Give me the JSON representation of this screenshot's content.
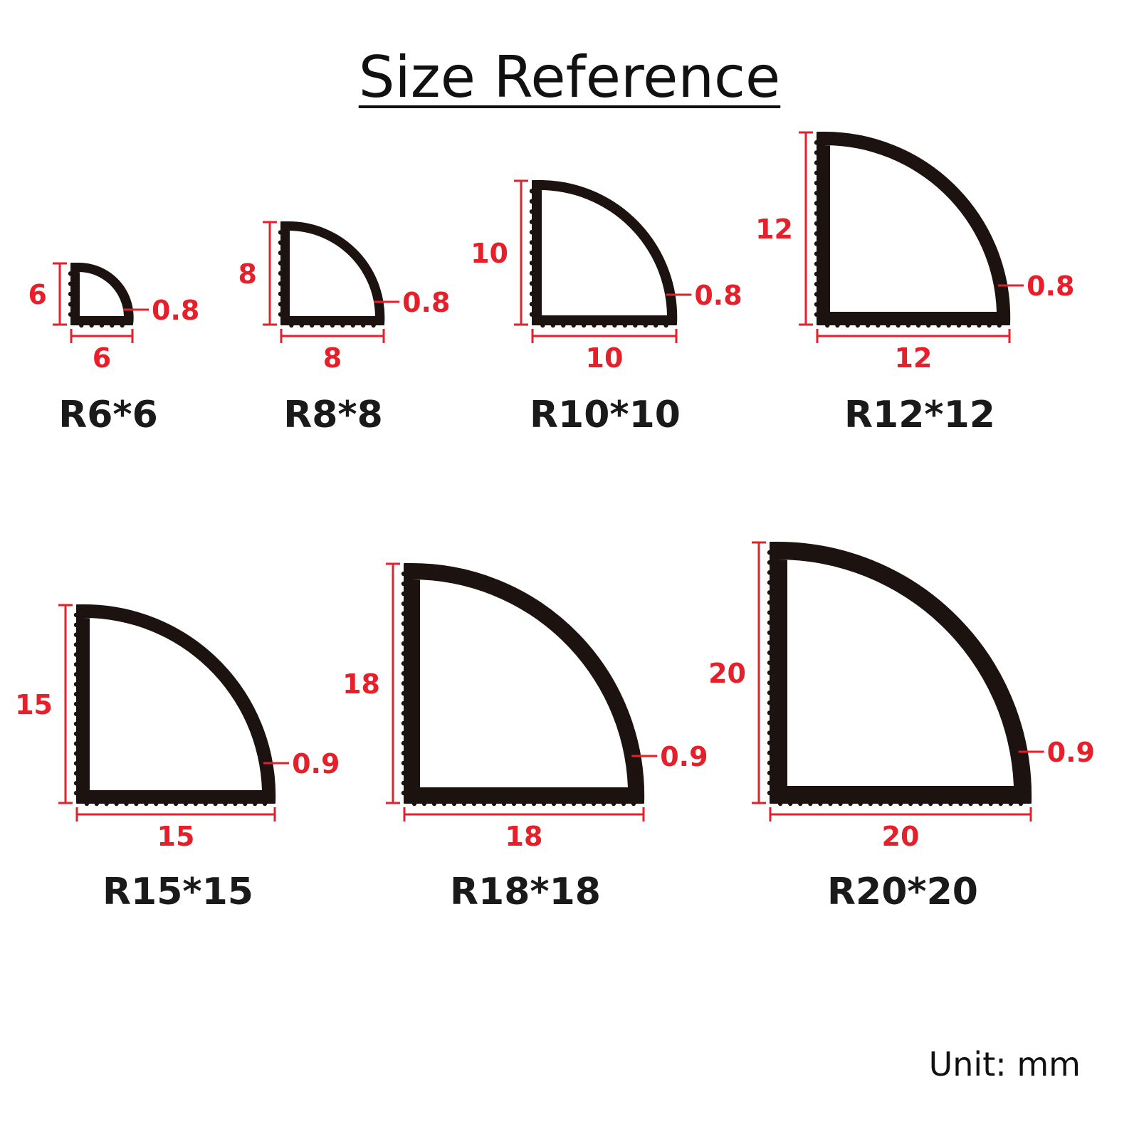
{
  "title": "Size Reference",
  "unit_note": "Unit: mm",
  "colors": {
    "profile": "#1c1310",
    "dimension": "#e5202a",
    "text": "#1a1a1a"
  },
  "profiles": [
    {
      "model": "R6*6",
      "height": "6",
      "width": "6",
      "thickness": "0.8"
    },
    {
      "model": "R8*8",
      "height": "8",
      "width": "8",
      "thickness": "0.8"
    },
    {
      "model": "R10*10",
      "height": "10",
      "width": "10",
      "thickness": "0.8"
    },
    {
      "model": "R12*12",
      "height": "12",
      "width": "12",
      "thickness": "0.8"
    },
    {
      "model": "R15*15",
      "height": "15",
      "width": "15",
      "thickness": "0.9"
    },
    {
      "model": "R18*18",
      "height": "18",
      "width": "18",
      "thickness": "0.9"
    },
    {
      "model": "R20*20",
      "height": "20",
      "width": "20",
      "thickness": "0.9"
    }
  ]
}
